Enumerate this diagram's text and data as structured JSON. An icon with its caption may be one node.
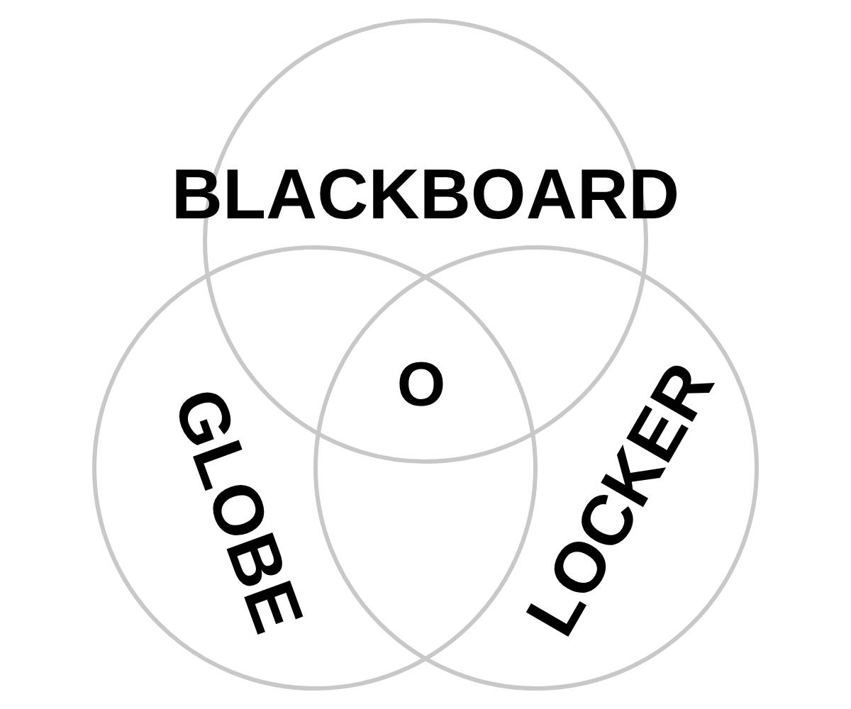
{
  "diagram": {
    "nodes": [
      {
        "text": [
          "BLACKBOARD"
        ]
      },
      {
        "text": [
          "GLOBE"
        ]
      },
      {
        "text": [
          "LOCKER"
        ]
      }
    ],
    "labels": [
      "O"
    ]
  }
}
